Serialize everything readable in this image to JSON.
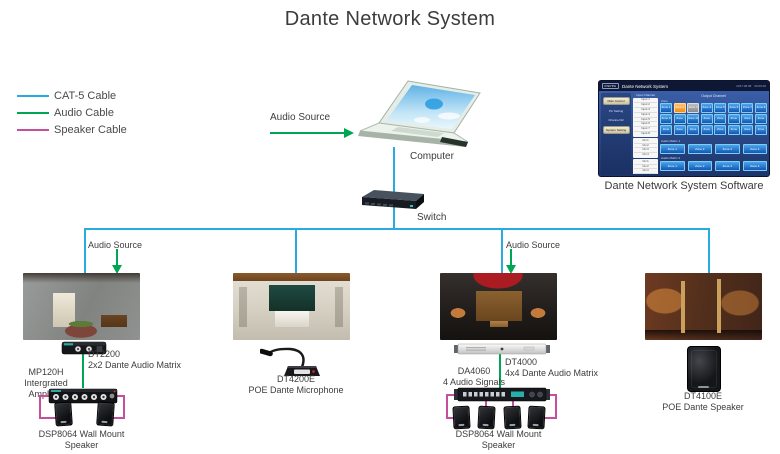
{
  "title": "Dante Network System",
  "colors": {
    "cat5_cable": "#29abe2",
    "audio_cable": "#00a651",
    "speaker_cable": "#c4509c"
  },
  "legend": {
    "items": [
      {
        "label": "CAT-5 Cable"
      },
      {
        "label": "Audio Cable"
      },
      {
        "label": "Speaker Cable"
      }
    ]
  },
  "top": {
    "audio_source_label": "Audio Source",
    "computer_label": "Computer",
    "switch_label": "Switch"
  },
  "software": {
    "caption": "Dante Network System Software",
    "titlebar": {
      "logo": "DSPPA",
      "title": "Dante Network System",
      "date": "2017.08.08",
      "time": "00:00:00"
    },
    "sidebar": {
      "buttons": [
        "Main Control",
        "System Setting"
      ],
      "links": [
        "PC Setting",
        "Channel 02"
      ]
    },
    "input_panel": {
      "header": "Input Channel",
      "channels": [
        "Input 1",
        "Input 2",
        "Input 3",
        "Input 4",
        "Input 5",
        "Input 6",
        "Input 7",
        "Input 8"
      ],
      "matrices": [
        {
          "header": "Audio Matrix 1",
          "channels": [
            "CH 1",
            "CH 2",
            "CH 3",
            "CH 4"
          ]
        },
        {
          "header": "Audio Matrix 2",
          "channels": [
            "CH 1",
            "CH 2",
            "CH 3",
            "CH 4"
          ]
        }
      ]
    },
    "output_panel": {
      "header": "Output Channel",
      "zone_label": "Zone",
      "zones": [
        "Zone 1",
        "Zone 2",
        "Zone 3",
        "Zone 4",
        "Zone 5",
        "Zone 6",
        "Zone 7",
        "Zone 8",
        "Zone 9",
        "Zone 10",
        "Zone 11",
        "Zone 12",
        "Zone 13",
        "Zone 14",
        "Zone 15",
        "Zone 16",
        "Zone 17",
        "Zone 18",
        "Zone 19",
        "Zone 20",
        "Zone 21",
        "Zone 22",
        "Zone 23",
        "Zone 24"
      ],
      "orange_zone_index": 1,
      "gray_zone_index": 2,
      "matrix_sections": [
        {
          "label": "Audio Matrix 1",
          "zones": [
            "Zone 1",
            "Zone 2",
            "Zone 3",
            "Zone 4"
          ]
        },
        {
          "label": "Audio Matrix 2",
          "zones": [
            "Zone 1",
            "Zone 2",
            "Zone 3",
            "Zone 4"
          ]
        }
      ]
    }
  },
  "branch1": {
    "audio_source_label": "Audio Source",
    "matrix_model": "DT2200",
    "matrix_desc": "2x2 Dante Audio Matrix",
    "amp_model": "MP120H",
    "amp_desc": "Intergrated Amplifier",
    "speakers_label": "DSP8064 Wall Mount Speaker"
  },
  "branch2": {
    "mic_model": "DT4200E",
    "mic_desc": "POE Dante Microphone"
  },
  "branch3": {
    "audio_source_label": "Audio Source",
    "matrix_model": "DT4000",
    "matrix_desc": "4x4 Dante Audio Matrix",
    "amp_model": "DA4060",
    "amp_desc": "4 Audio Signals",
    "speakers_label": "DSP8064 Wall Mount Speaker"
  },
  "branch4": {
    "speaker_model": "DT4100E",
    "speaker_desc": "POE Dante Speaker"
  }
}
